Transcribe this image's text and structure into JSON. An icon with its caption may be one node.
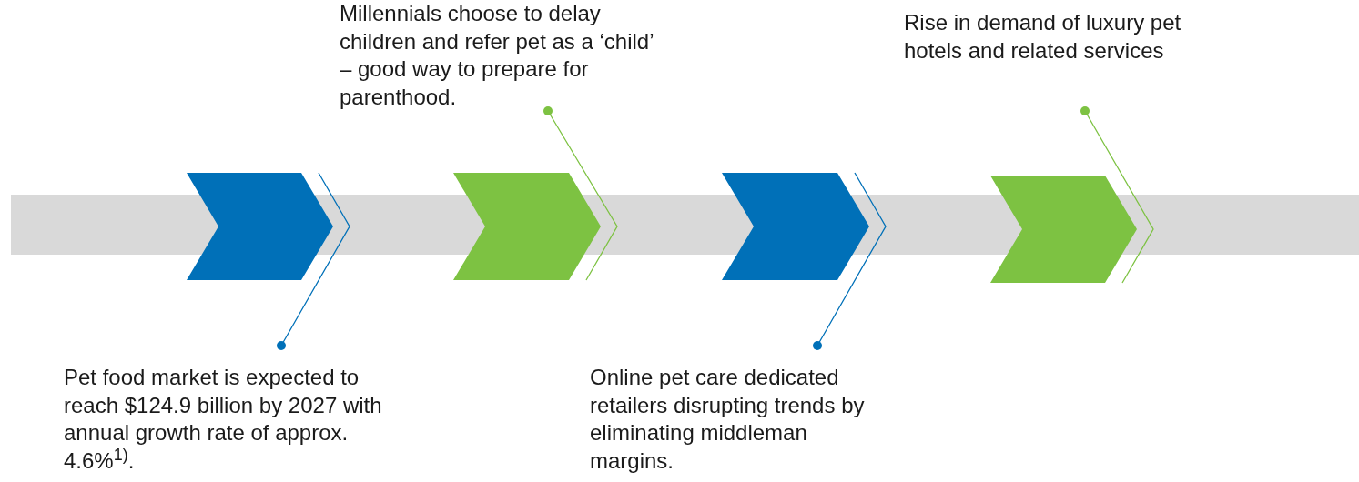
{
  "diagram": {
    "nodes": [
      {
        "text": [],
        "shape": "bar"
      },
      {
        "text": [],
        "shape": "chevron"
      },
      {
        "text": [],
        "shape": "chevron"
      },
      {
        "text": [],
        "shape": "chevron"
      },
      {
        "text": [],
        "shape": "chevron"
      },
      {
        "text": [
          "Pet food market is expected to reach $124.9 billion by 2027 with annual growth rate of approx. 4.6%$^{1)}$."
        ]
      },
      {
        "text": [
          "Millennials choose to delay children and refer pet as a ‘child’ – good way to prepare for parenthood."
        ]
      },
      {
        "text": [
          "Online pet care dedicated retailers disrupting trends by eliminating middleman margins."
        ]
      },
      {
        "text": [
          "Rise in demand of luxury pet hotels and related services"
        ]
      }
    ],
    "edges": [
      {
        "from": 5,
        "to": 1,
        "arrow": "other",
        "color": "#0070b8"
      },
      {
        "from": 6,
        "to": 2,
        "arrow": "other",
        "color": "#7dc242"
      },
      {
        "from": 7,
        "to": 3,
        "arrow": "other",
        "color": "#0070b8"
      },
      {
        "from": 8,
        "to": 4,
        "arrow": "other",
        "color": "#7dc242"
      }
    ]
  }
}
